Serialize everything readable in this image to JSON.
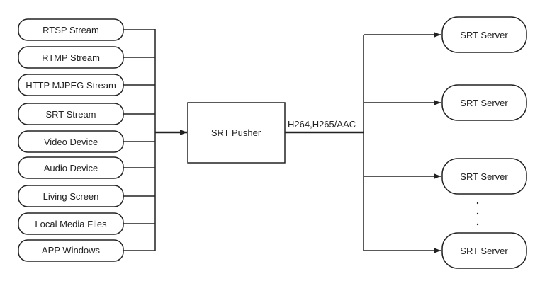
{
  "inputs": [
    "RTSP Stream",
    "RTMP Stream",
    "HTTP MJPEG Stream",
    "SRT Stream",
    "Video Device",
    "Audio Device",
    "Living Screen",
    "Local Media Files",
    "APP Windows"
  ],
  "pusher": {
    "label": "SRT Pusher"
  },
  "edge_label": "H264,H265/AAC",
  "servers": [
    "SRT Server",
    "SRT Server",
    "SRT Server",
    "SRT Server"
  ],
  "ellipsis": "·\n·\n·",
  "colors": {
    "stroke": "#222222",
    "background": "#ffffff"
  }
}
